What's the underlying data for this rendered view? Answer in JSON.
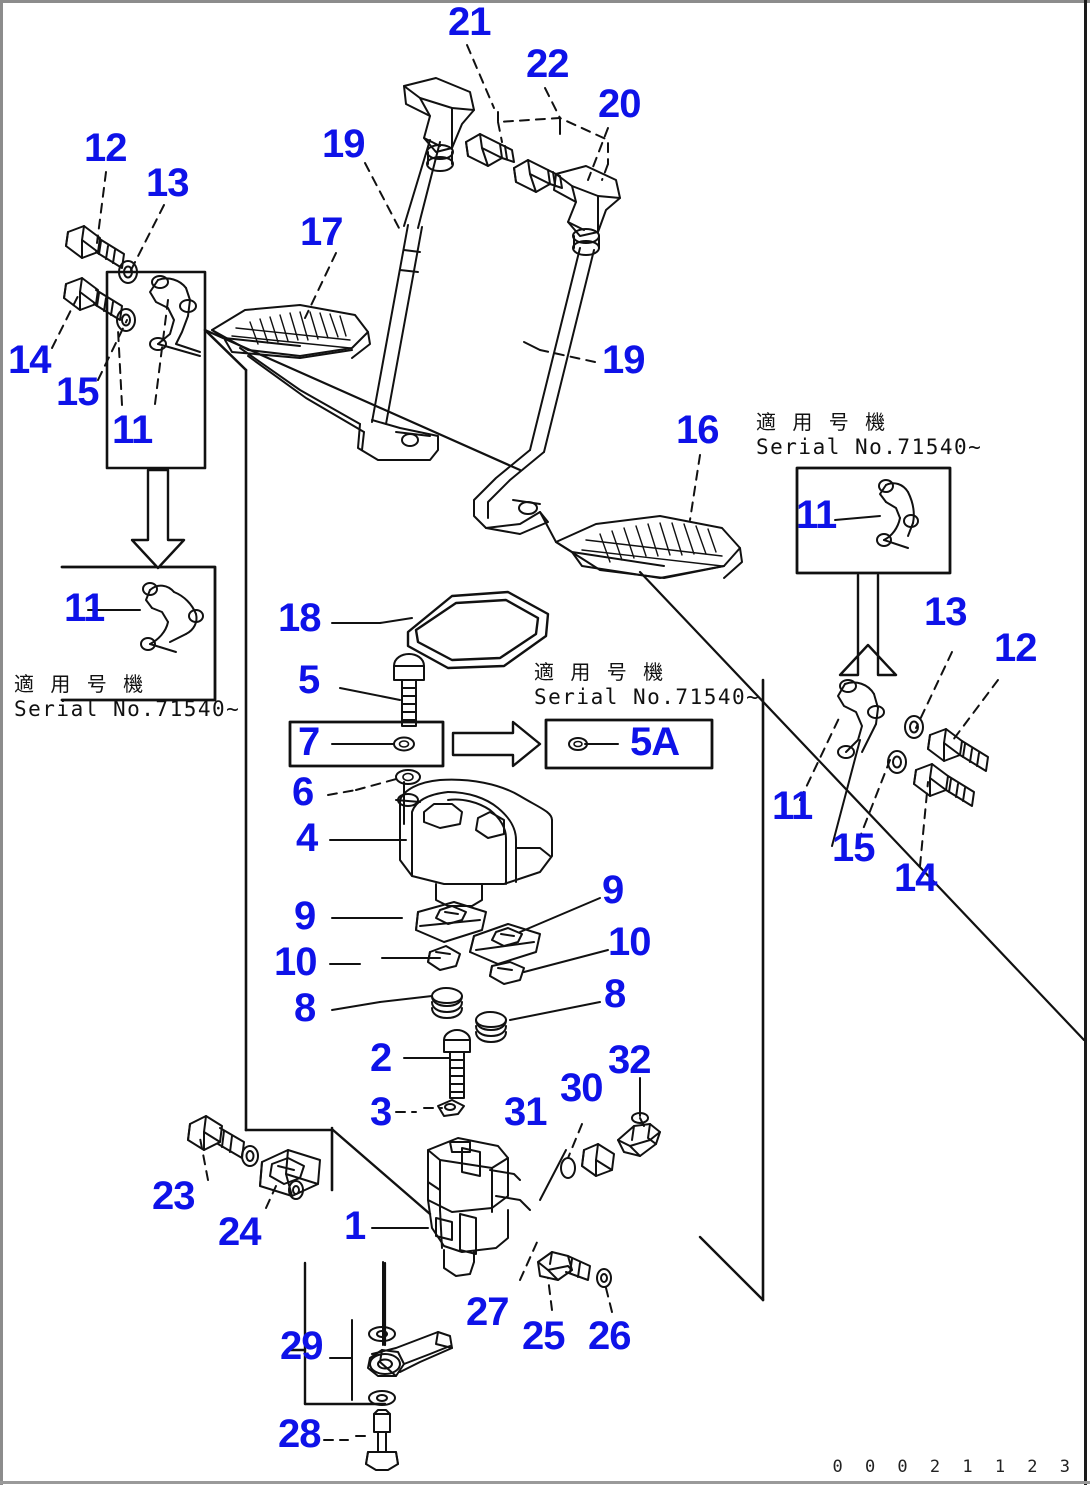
{
  "diagram": {
    "title": "Komatsu parts illustration - travel / brake pedal and valve assembly",
    "part_code": "0 0 0 2 1 1 2 3",
    "accent_color": "#0e12e8",
    "line_color": "#111111",
    "callouts": [
      {
        "id": "c21",
        "label": "21"
      },
      {
        "id": "c22",
        "label": "22"
      },
      {
        "id": "c20",
        "label": "20"
      },
      {
        "id": "c12a",
        "label": "12"
      },
      {
        "id": "c13a",
        "label": "13"
      },
      {
        "id": "c19a",
        "label": "19"
      },
      {
        "id": "c17",
        "label": "17"
      },
      {
        "id": "c14a",
        "label": "14"
      },
      {
        "id": "c15a",
        "label": "15"
      },
      {
        "id": "c11a",
        "label": "11"
      },
      {
        "id": "c19b",
        "label": "19"
      },
      {
        "id": "c16",
        "label": "16"
      },
      {
        "id": "c11box_right",
        "label": "11"
      },
      {
        "id": "c11box_left",
        "label": "11"
      },
      {
        "id": "c13b",
        "label": "13"
      },
      {
        "id": "c12b",
        "label": "12"
      },
      {
        "id": "c11b",
        "label": "11"
      },
      {
        "id": "c15b",
        "label": "15"
      },
      {
        "id": "c14b",
        "label": "14"
      },
      {
        "id": "c18",
        "label": "18"
      },
      {
        "id": "c5",
        "label": "5"
      },
      {
        "id": "c7",
        "label": "7"
      },
      {
        "id": "c5a",
        "label": "5A"
      },
      {
        "id": "c6",
        "label": "6"
      },
      {
        "id": "c4",
        "label": "4"
      },
      {
        "id": "c9l",
        "label": "9"
      },
      {
        "id": "c9r",
        "label": "9"
      },
      {
        "id": "c10l",
        "label": "10"
      },
      {
        "id": "c10r",
        "label": "10"
      },
      {
        "id": "c8l",
        "label": "8"
      },
      {
        "id": "c8r",
        "label": "8"
      },
      {
        "id": "c2",
        "label": "2"
      },
      {
        "id": "c3",
        "label": "3"
      },
      {
        "id": "c31",
        "label": "31"
      },
      {
        "id": "c30",
        "label": "30"
      },
      {
        "id": "c32",
        "label": "32"
      },
      {
        "id": "c23",
        "label": "23"
      },
      {
        "id": "c24",
        "label": "24"
      },
      {
        "id": "c1",
        "label": "1"
      },
      {
        "id": "c27",
        "label": "27"
      },
      {
        "id": "c25",
        "label": "25"
      },
      {
        "id": "c26",
        "label": "26"
      },
      {
        "id": "c29",
        "label": "29"
      },
      {
        "id": "c28",
        "label": "28"
      }
    ],
    "notes": [
      {
        "id": "note-left",
        "cjk": "適 用 号 機",
        "latin": "Serial No.71540~"
      },
      {
        "id": "note-right",
        "cjk": "適 用 号 機",
        "latin": "Serial No.71540~"
      },
      {
        "id": "note-middle",
        "cjk": "適 用 号 機",
        "latin": "Serial No.71540~"
      }
    ]
  }
}
